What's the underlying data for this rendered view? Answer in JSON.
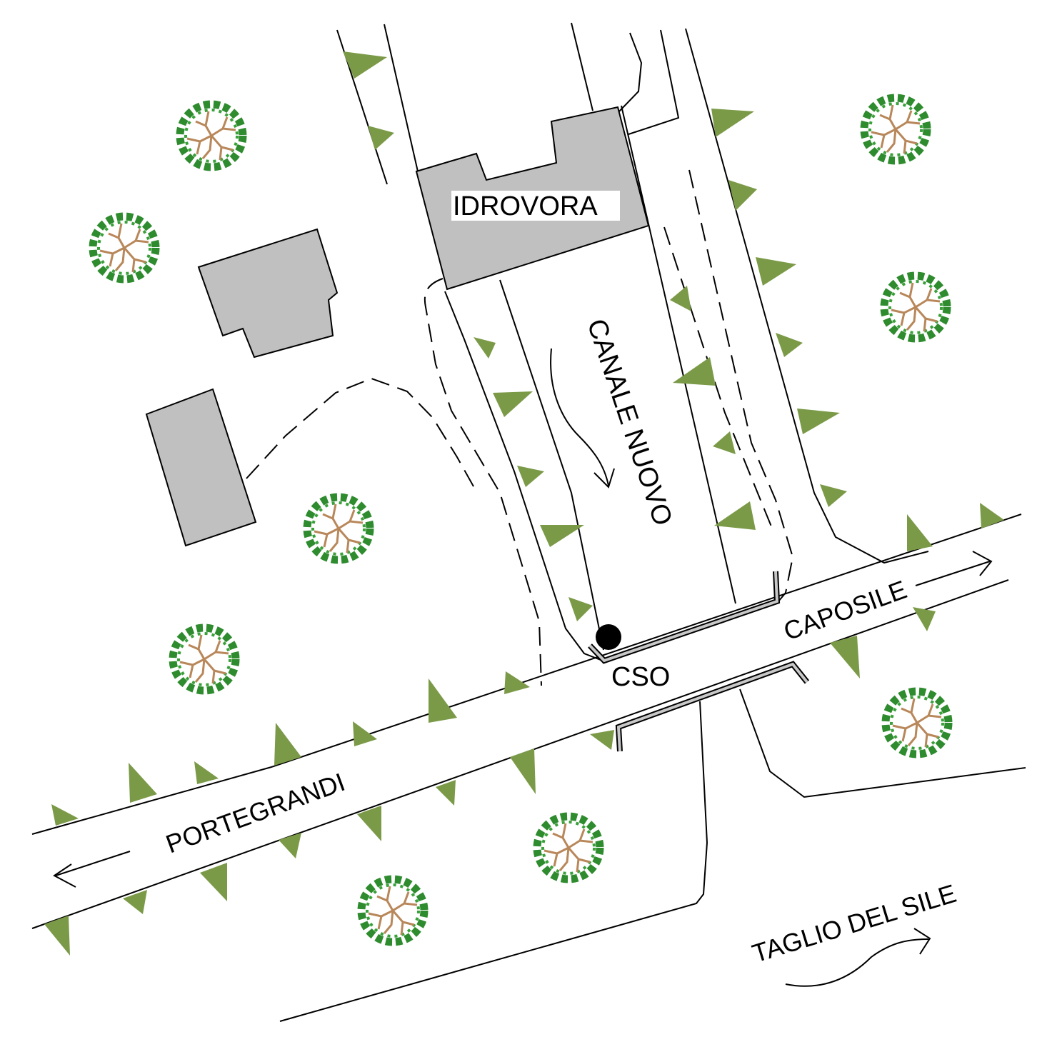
{
  "labels": {
    "idrovora": "IDROVORA",
    "canale": "CANALE NUOVO",
    "caposile": "CAPOSILE",
    "cso": "CSO",
    "portegrandi": "PORTEGRANDI",
    "taglio": "TAGLIO DEL SILE"
  },
  "colors": {
    "building": "#c0c0c0",
    "grass": "#7b9a48",
    "tree_foliage": "#2e8b2e",
    "tree_branches": "#b8875a",
    "pipe": "#c8c8c8",
    "outline": "#000000"
  },
  "symbols": {
    "tree": "tree-icon",
    "grass": "grass-tuft-icon",
    "cso": "cso-point-icon",
    "flow_arrow": "flow-arrow-icon"
  }
}
